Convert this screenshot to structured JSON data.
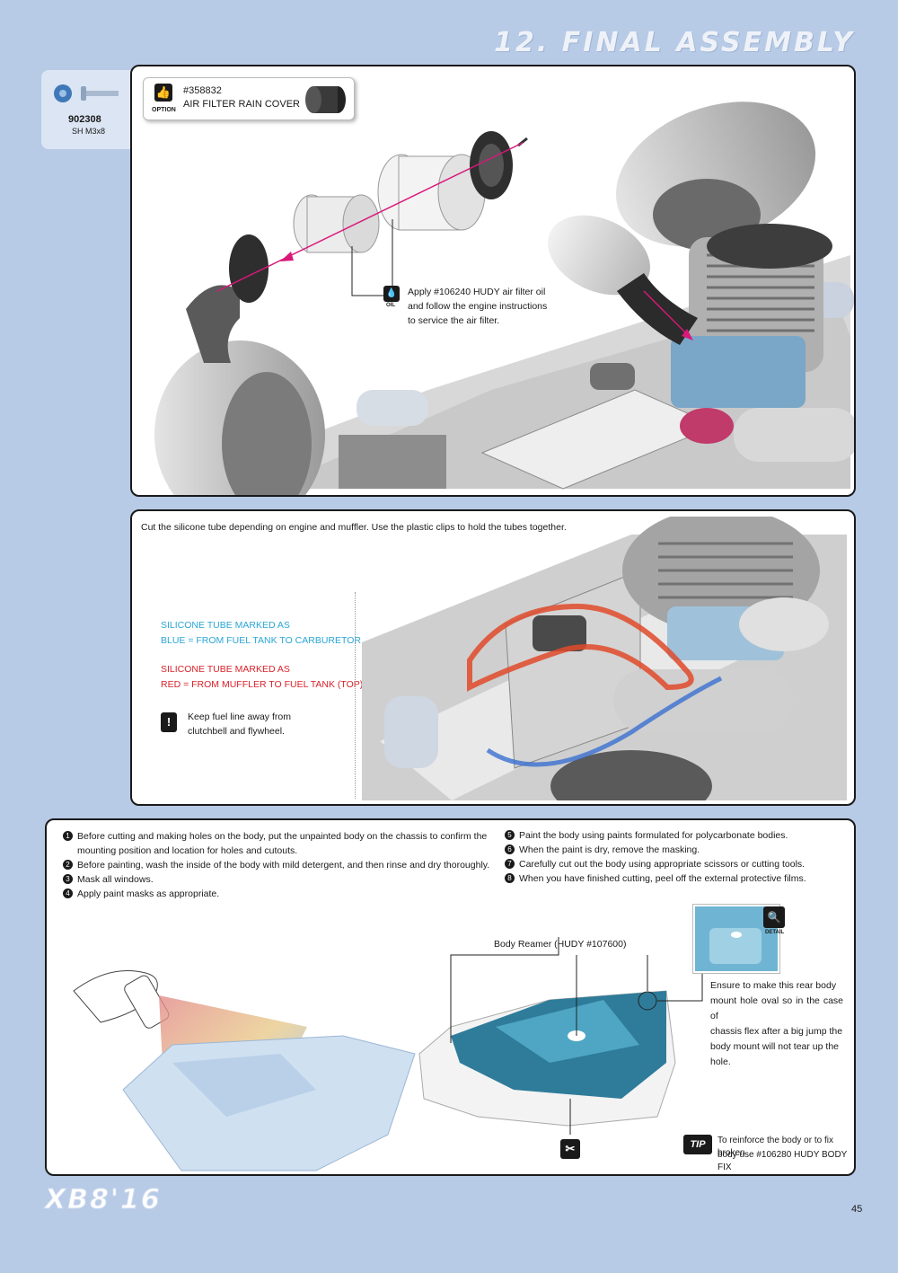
{
  "header": {
    "section_title": "12. FINAL ASSEMBLY"
  },
  "part": {
    "number": "902308",
    "spec": "SH M3x8"
  },
  "option": {
    "badge": "OPTION",
    "part_number": "#358832",
    "name": "AIR FILTER RAIN COVER"
  },
  "oil_note": {
    "badge": "OIL",
    "lines": [
      "Apply #106240 HUDY air filter oil",
      "and follow the engine instructions",
      "to service the air filter."
    ]
  },
  "fuel_panel": {
    "intro": "Cut the silicone tube depending on engine and muffler. Use the plastic clips to hold the tubes together.",
    "blue_line1": "SILICONE TUBE MARKED AS",
    "blue_line2": "BLUE = FROM FUEL TANK TO CARBURETOR",
    "red_line1": "SILICONE TUBE MARKED AS",
    "red_line2": "RED = FROM MUFFLER TO FUEL TANK (TOP)",
    "warning_badge": "!",
    "warning_line1": "Keep fuel line away from",
    "warning_line2": "clutchbell and flywheel."
  },
  "steps_left": [
    {
      "n": "1",
      "text": "Before cutting and making holes on the body, put the unpainted body on the chassis to confirm the"
    },
    {
      "n": "",
      "text": "mounting position and location for holes and cutouts."
    },
    {
      "n": "2",
      "text": "Before painting, wash the inside of the body with mild detergent, and then rinse and dry thoroughly."
    },
    {
      "n": "3",
      "text": "Mask all windows."
    },
    {
      "n": "4",
      "text": "Apply paint masks as appropriate."
    }
  ],
  "steps_right": [
    {
      "n": "5",
      "text": "Paint the body using paints formulated for polycarbonate bodies."
    },
    {
      "n": "6",
      "text": "When the paint is dry, remove the masking."
    },
    {
      "n": "7",
      "text": "Carefully cut out the body using appropriate scissors or cutting tools."
    },
    {
      "n": "8",
      "text": "When you have finished cutting, peel off the external protective films."
    }
  ],
  "reamer_label": "Body Reamer (HUDY #107600)",
  "detail_badge": "DETAIL",
  "detail_note": [
    "Ensure to make this rear body",
    "mount hole oval so in the case of",
    "chassis flex after a big jump the",
    "body mount will not tear up the",
    "hole."
  ],
  "tip": {
    "badge": "TIP",
    "line1": "To reinforce the body or to fix broken",
    "line2": "body use #106280 HUDY BODY FIX"
  },
  "footer": {
    "logo": "XB8'16",
    "page_number": "45"
  },
  "colors": {
    "background": "#b7cae6",
    "blue_text": "#2aa6d6",
    "red_text": "#d8232a",
    "arrow": "#d9187a"
  }
}
